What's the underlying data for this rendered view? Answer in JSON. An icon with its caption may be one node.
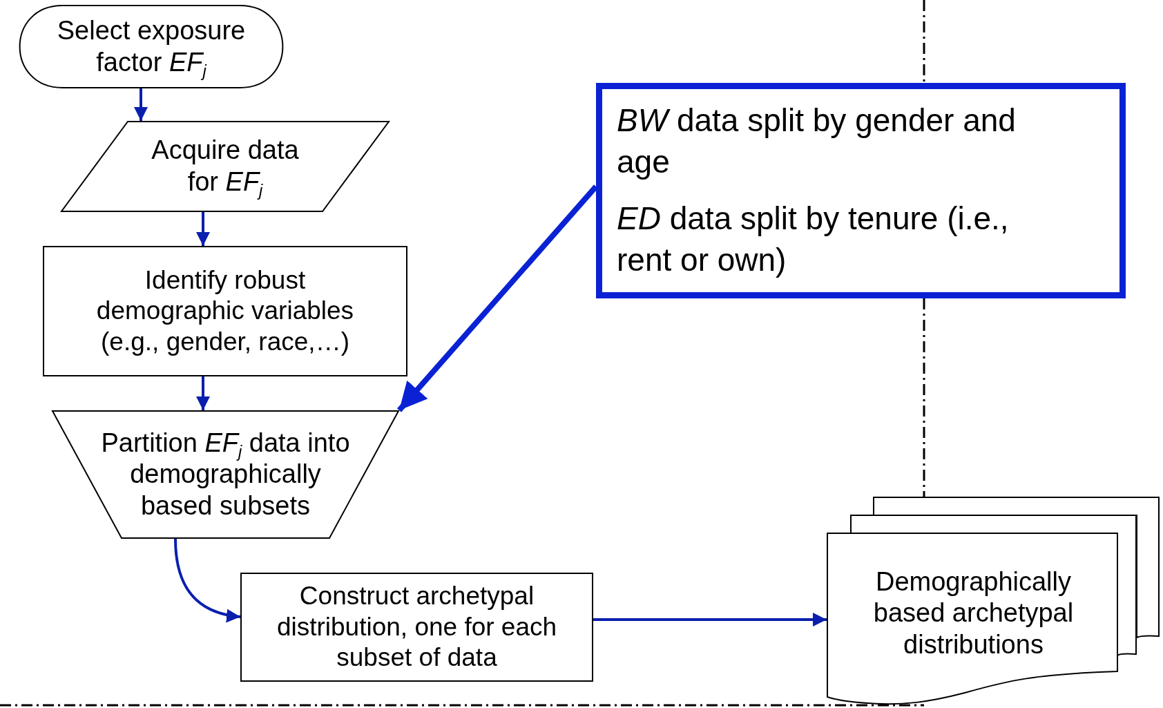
{
  "diagram": {
    "nodes": [
      {
        "text": [
          "Select exposure factor *EF*$_{j}$"
        ]
      },
      {
        "text": [
          "Acquire data for *EF*$_{j}$"
        ]
      },
      {
        "text": [
          "Identify robust demographic variables (e.g., gender, race,…)"
        ]
      },
      {
        "text": [
          "Partition *EF*$_{j}$ data into demographically based subsets"
        ]
      },
      {
        "text": [
          "Construct archetypal distribution, one for each subset of data"
        ]
      },
      {
        "text": [
          "Demographically based archetypal distributions"
        ]
      },
      {
        "text": [
          "*BW* data split by gender and age",
          "*ED* data split by tenure (i.e., rent or own)"
        ]
      }
    ],
    "edges": [
      {
        "from": 0,
        "to": 1,
        "arrow": "to"
      },
      {
        "from": 1,
        "to": 2,
        "arrow": "to"
      },
      {
        "from": 2,
        "to": 3,
        "arrow": "to"
      },
      {
        "from": 3,
        "to": 4,
        "arrow": "to"
      },
      {
        "from": 4,
        "to": 5,
        "arrow": "to"
      },
      {
        "from": 6,
        "to": 3,
        "arrow": "to",
        "style": "thick",
        "color": "#0a22d4"
      }
    ]
  }
}
